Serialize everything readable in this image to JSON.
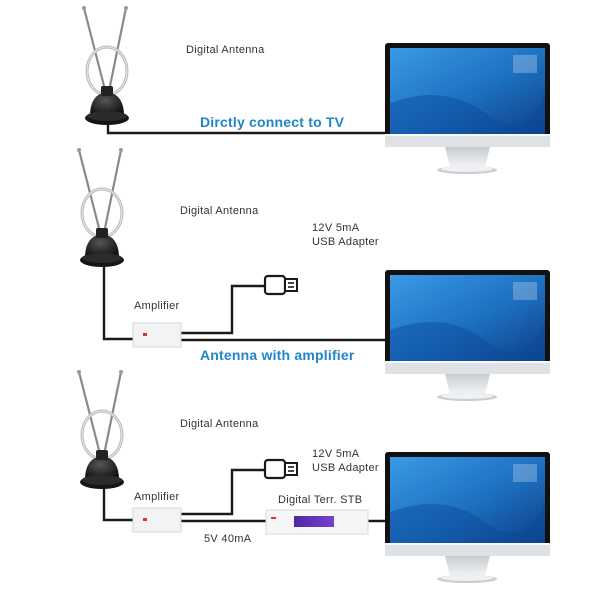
{
  "colors": {
    "caption_blue": "#1f86c8",
    "cable": "#1a1a1a",
    "screen_blue": "#1d6fc0",
    "stb_display": "#5a2fb0",
    "amp_led": "#e03030"
  },
  "icons": [
    "antenna-icon",
    "tv-monitor-icon",
    "usb-plug-icon",
    "amplifier-box-icon",
    "set-top-box-icon"
  ],
  "panels": [
    {
      "antenna_label": "Digital Antenna",
      "caption": "Dirctly connect to TV"
    },
    {
      "antenna_label": "Digital Antenna",
      "usb_label_1": "12V 5mA",
      "usb_label_2": "USB Adapter",
      "amplifier_label": "Amplifier",
      "caption": "Antenna with amplifier"
    },
    {
      "antenna_label": "Digital Antenna",
      "usb_label_1": "12V 5mA",
      "usb_label_2": "USB Adapter",
      "amplifier_label": "Amplifier",
      "power_label": "5V 40mA",
      "stb_label": "Digital Terr. STB"
    }
  ]
}
